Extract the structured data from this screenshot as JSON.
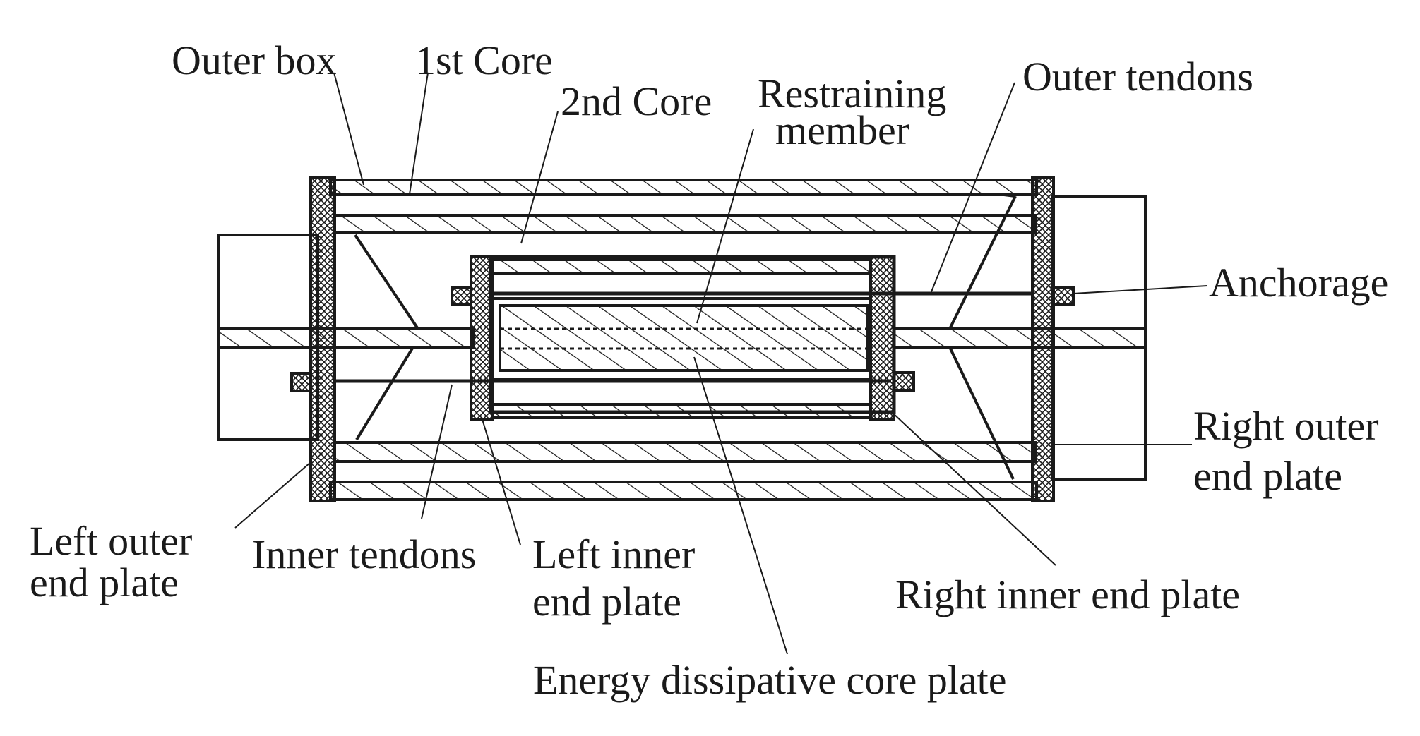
{
  "labels": {
    "outer_box": "Outer box",
    "first_core": "1st Core",
    "second_core": "2nd Core",
    "restraining_1": "Restraining",
    "restraining_2": "member",
    "outer_tendons": "Outer tendons",
    "anchorage": "Anchorage",
    "right_outer_1": "Right outer",
    "right_outer_2": "end plate",
    "left_outer_1": "Left outer",
    "left_outer_2": "end plate",
    "inner_tendons": "Inner tendons",
    "left_inner_1": "Left inner",
    "left_inner_2": "end plate",
    "right_inner": "Right inner end plate",
    "energy_core": "Energy dissipative core plate"
  },
  "colors": {
    "ink": "#1a1a1a",
    "background": "#ffffff"
  }
}
